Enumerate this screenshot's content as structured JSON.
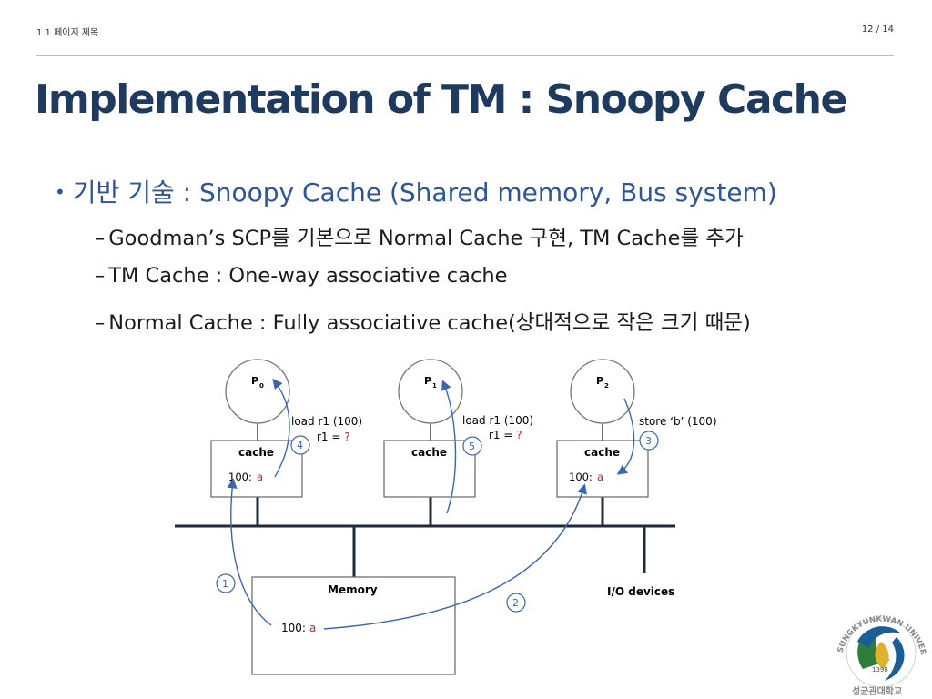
{
  "header": {
    "section": "1.1 페이지 제목",
    "page": "12 / 14"
  },
  "title": "Implementation of TM : Snoopy Cache",
  "bullet": {
    "main": "기반 기술 : Snoopy Cache (Shared memory, Bus system)",
    "subs": [
      "Goodman’s SCP를 기본으로 Normal Cache 구현, TM Cache를 추가",
      "TM Cache : One-way associative cache",
      "Normal Cache : Fully associative cache(상대적으로 작은 크기 때문)"
    ]
  },
  "diagram": {
    "processors": [
      "P",
      "P",
      "P"
    ],
    "proc_subscripts": [
      "0",
      "1",
      "2"
    ],
    "cache_label": "cache",
    "cache0_entry_addr": "100:",
    "cache0_entry_val": "a",
    "cache2_entry_addr": "100:",
    "cache2_entry_val": "a",
    "memory_label": "Memory",
    "memory_entry_addr": "100:",
    "memory_entry_val": "a",
    "io_label": "I/O devices",
    "op0_line1": "load r1 (100)",
    "op0_line2_prefix": "r1 = ",
    "op0_line2_val": "?",
    "op1_line1": "load r1 (100)",
    "op1_line2_prefix": "r1 = ",
    "op1_line2_val": "?",
    "op2_line1": "store ‘b’ (100)",
    "steps": [
      "1",
      "2",
      "3",
      "4",
      "5"
    ]
  },
  "logo": {
    "text": "SUNGKYUNKWAN UNIVERSITY",
    "korean": "성균관대학교",
    "year": "1398"
  },
  "colors": {
    "title": "#1f3a5f",
    "bullet": "#2d5597",
    "arrow": "#3a66b0",
    "value_red": "#c0281e"
  }
}
